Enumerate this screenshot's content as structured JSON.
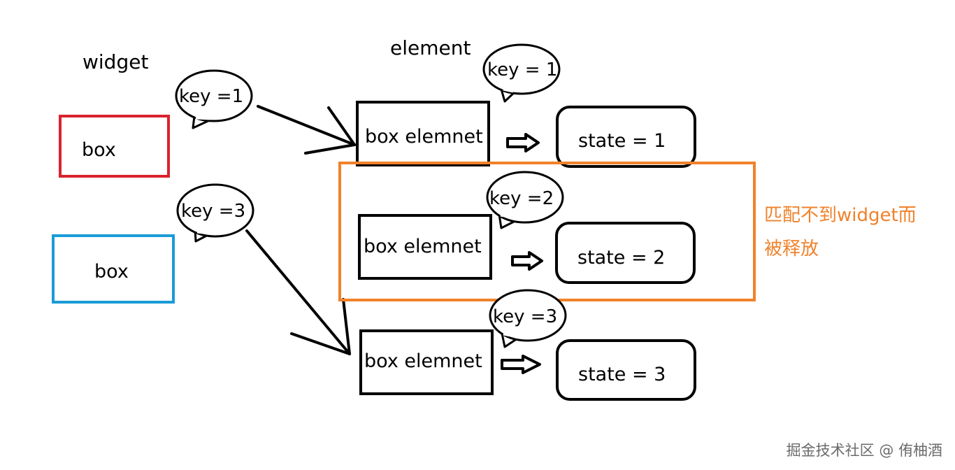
{
  "headings": {
    "widget": "widget",
    "element": "element"
  },
  "widgets": [
    {
      "label": "box",
      "border_color": "#d9232e",
      "key": "key =1"
    },
    {
      "label": "box",
      "border_color": "#1b9bd7",
      "key": "key =3"
    }
  ],
  "elements": [
    {
      "label": "box elemnet",
      "key": "key = 1",
      "state": "state = 1"
    },
    {
      "label": "box elemnet",
      "key": "key =2",
      "state": "state =  2"
    },
    {
      "label": "box elemnet",
      "key": "key =3",
      "state": "state =  3"
    }
  ],
  "released_group": {
    "border_color": "#f0822b",
    "note_line1": "匹配不到widget而",
    "note_line2": "被释放"
  },
  "watermark": "掘金技术社区 @ 侑柚酒"
}
